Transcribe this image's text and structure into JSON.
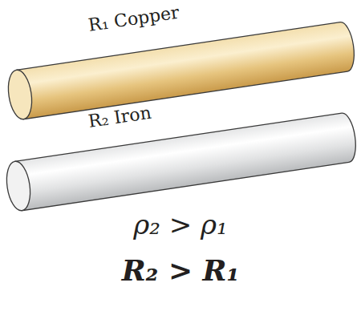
{
  "diagram": {
    "labels": [
      "R₁ Copper",
      "R₂ Iron",
      "ρ₂ > ρ₁",
      "R₂ > R₁"
    ]
  }
}
